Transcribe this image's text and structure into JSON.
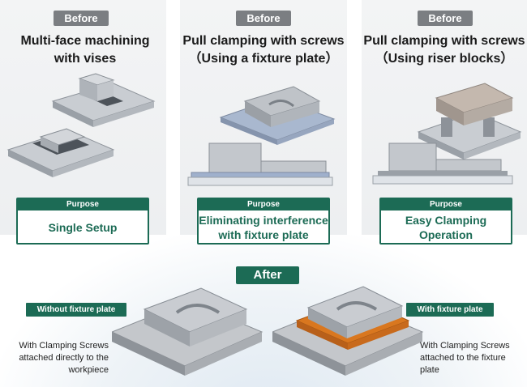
{
  "columns": [
    {
      "badge": "Before",
      "title_line1": "Multi-face machining",
      "title_line2": "with vises",
      "purpose_label": "Purpose",
      "purpose_line1": "Single Setup",
      "purpose_line2": ""
    },
    {
      "badge": "Before",
      "title_line1": "Pull clamping with screws",
      "title_line2": "（Using a fixture plate）",
      "purpose_label": "Purpose",
      "purpose_line1": "Eliminating interference",
      "purpose_line2": "with fixture plate"
    },
    {
      "badge": "Before",
      "title_line1": "Pull clamping with screws",
      "title_line2": "（Using riser blocks）",
      "purpose_label": "Purpose",
      "purpose_line1": "Easy Clamping",
      "purpose_line2": "Operation"
    }
  ],
  "after": {
    "badge": "After",
    "left_tag": "Without fixture plate",
    "right_tag": "With fixture plate",
    "left_note": [
      "With Clamping Screws",
      "attached directly to the",
      "workpiece"
    ],
    "right_note": [
      "With Clamping Screws",
      "attached to the fixture",
      "plate"
    ]
  },
  "colors": {
    "green": "#1c6b55",
    "badge_gray": "#7b7e82",
    "orange_plate": "#d9771f"
  }
}
